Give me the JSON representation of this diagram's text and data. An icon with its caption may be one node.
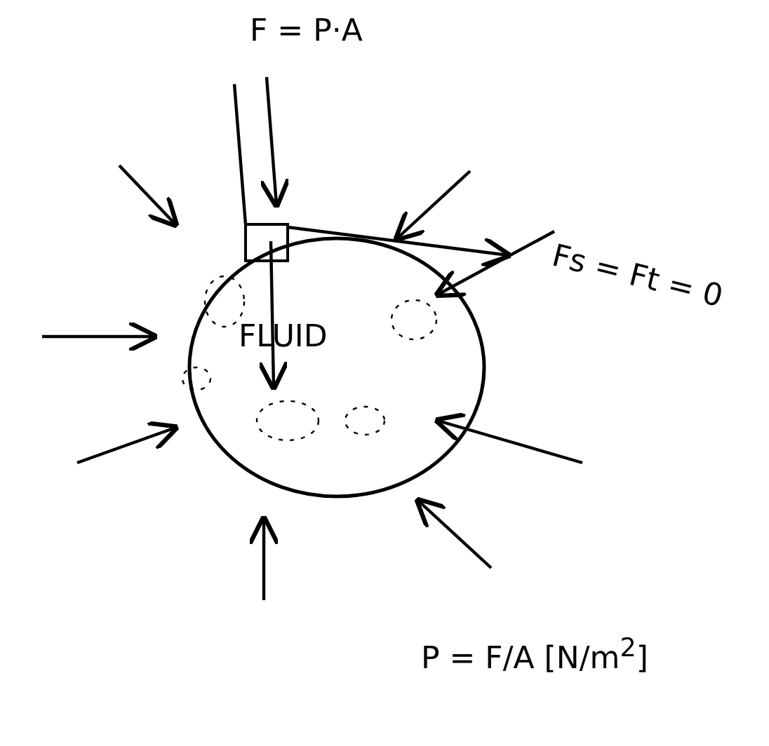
{
  "diagram": {
    "nodes": [
      {
        "text": [
          "FLUID"
        ]
      }
    ],
    "edges": [],
    "labels": [
      "F = P·A",
      "Fs = Ft = 0",
      "P = F/A [N/m$^{2}$]"
    ]
  }
}
